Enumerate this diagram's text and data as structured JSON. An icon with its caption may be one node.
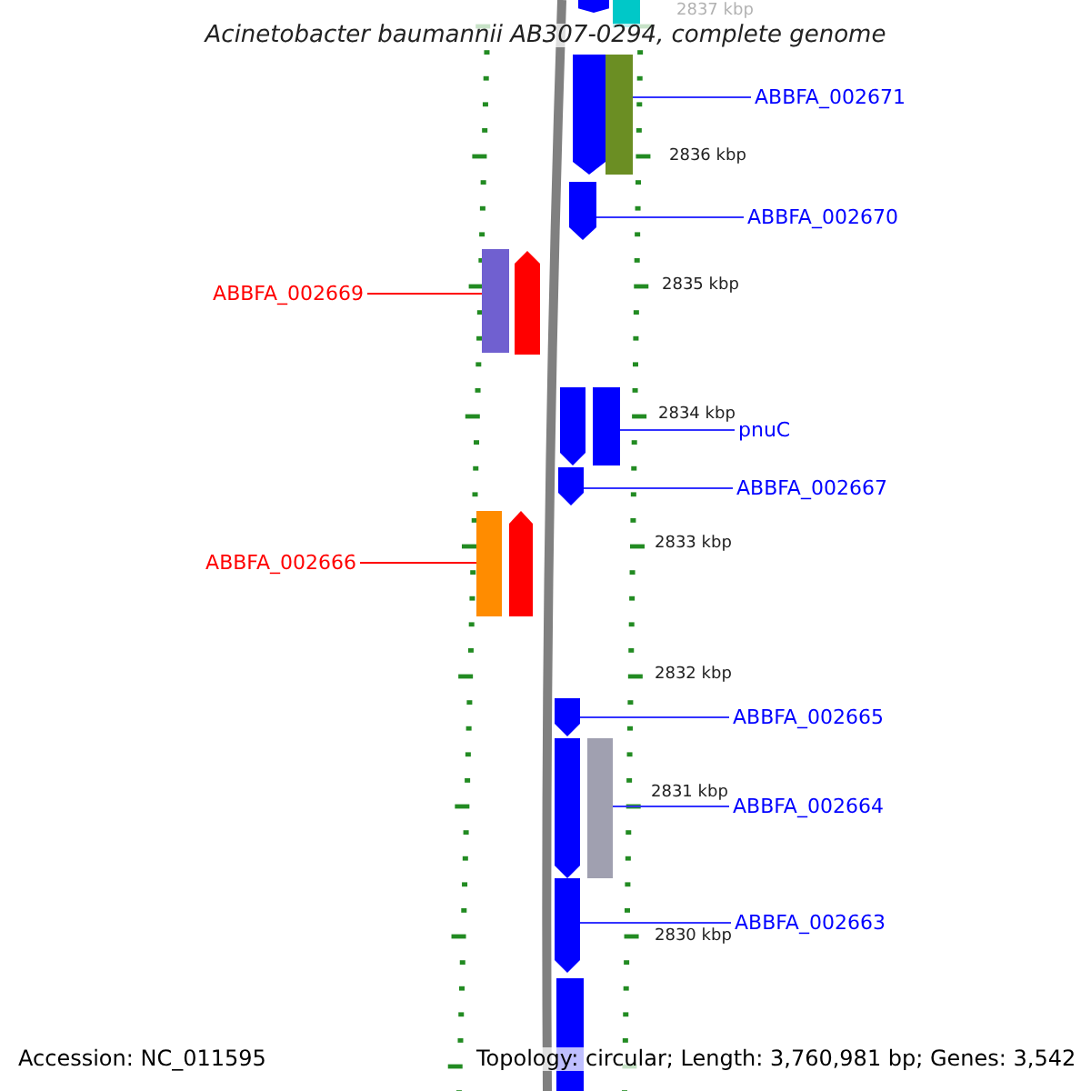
{
  "diagram": {
    "title": "Acinetobacter baumannii AB307-0294, complete genome",
    "nodes": [
      {
        "text": [
          "ABBFA_002671"
        ]
      },
      {
        "text": [],
        "shape": "bar"
      },
      {
        "text": [
          "ABBFA_002670"
        ]
      },
      {
        "text": [],
        "shape": "arrow"
      },
      {
        "text": [
          "ABBFA_002669"
        ]
      },
      {
        "text": [],
        "shape": "bar"
      },
      {
        "text": [
          "pnuC"
        ]
      },
      {
        "text": [],
        "shape": "bar"
      },
      {
        "text": [
          "ABBFA_002667"
        ]
      },
      {
        "text": [],
        "shape": "arrow"
      },
      {
        "text": [
          "ABBFA_002666"
        ]
      },
      {
        "text": [],
        "shape": "bar"
      },
      {
        "text": [
          "ABBFA_002665"
        ]
      },
      {
        "text": [],
        "shape": "arrow"
      },
      {
        "text": [
          "ABBFA_002664"
        ]
      },
      {
        "text": [],
        "shape": "bar"
      },
      {
        "text": [
          "ABBFA_002663"
        ]
      },
      {
        "text": [],
        "shape": "arrow"
      }
    ],
    "edges": [
      {
        "from": 0,
        "to": 1,
        "arrow": "none"
      },
      {
        "from": 2,
        "to": 3,
        "arrow": "none"
      },
      {
        "from": 4,
        "to": 5,
        "arrow": "none",
        "color": "#ff0000"
      },
      {
        "from": 6,
        "to": 7,
        "arrow": "none"
      },
      {
        "from": 8,
        "to": 9,
        "arrow": "none"
      },
      {
        "from": 10,
        "to": 11,
        "arrow": "none",
        "color": "#ff0000"
      },
      {
        "from": 12,
        "to": 13,
        "arrow": "none"
      },
      {
        "from": 14,
        "to": 15,
        "arrow": "none"
      },
      {
        "from": 16,
        "to": 17,
        "arrow": "none"
      }
    ],
    "labels": [
      "2837 kbp",
      "2836 kbp",
      "2835 kbp",
      "2834 kbp",
      "2833 kbp",
      "2832 kbp",
      "2831 kbp",
      "2830 kbp",
      "Accession: NC_011595",
      "Topology: circular; Length: 3,760,981 bp; Genes: 3,542"
    ]
  }
}
